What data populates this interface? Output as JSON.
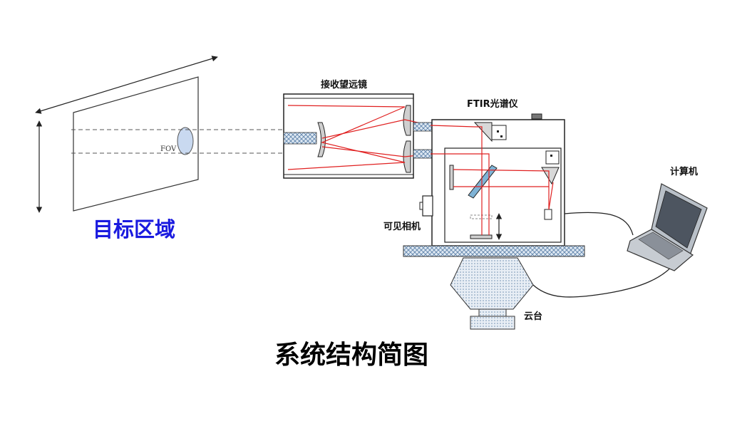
{
  "labels": {
    "fov": "FOV",
    "target_area": "目标区域",
    "telescope": "接收望远镜",
    "ftir": "FTIR光谱仪",
    "computer": "计算机",
    "camera": "可见相机",
    "gimbal": "云台",
    "title": "系统结构简图"
  },
  "colors": {
    "ray": "#e02020",
    "target_label": "#1a1adf",
    "hatch": "#5a7fa8"
  }
}
